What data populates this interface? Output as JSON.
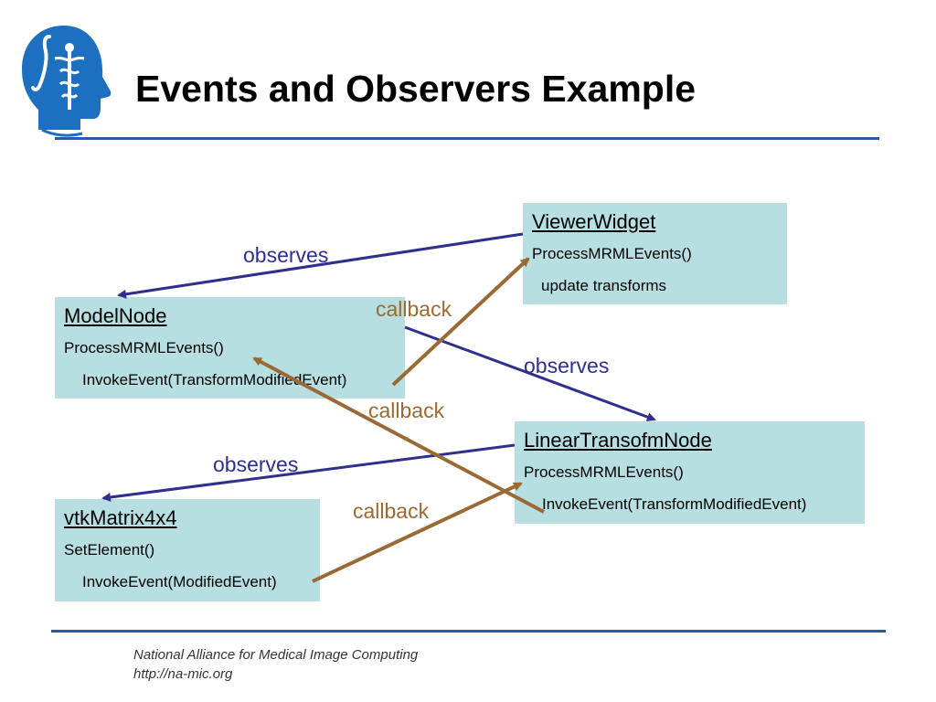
{
  "slide": {
    "title": "Events and Observers Example",
    "footer": {
      "org": "National Alliance for Medical Image Computing",
      "url": "http://na-mic.org"
    }
  },
  "colors": {
    "box_fill": "#b7dfe1",
    "observes_arrow": "#2e2f8e",
    "callback_arrow": "#9a6a35",
    "rule": "#2b5aa3",
    "logo": "#1d6fbf"
  },
  "logo": {
    "icon": "head-profile-caduceus-logo"
  },
  "boxes": {
    "viewer_widget": {
      "name": "ViewerWidget",
      "method": "ProcessMRMLEvents()",
      "action": "update transforms"
    },
    "model_node": {
      "name": "ModelNode",
      "method": "ProcessMRMLEvents()",
      "action": "InvokeEvent(TransformModifiedEvent)"
    },
    "linear_transform_node": {
      "name": "LinearTransofmNode",
      "method": "ProcessMRMLEvents()",
      "action": "InvokeEvent(TransformModifiedEvent)"
    },
    "vtk_matrix": {
      "name": "vtkMatrix4x4",
      "method": "SetElement()",
      "action": "InvokeEvent(ModifiedEvent)"
    }
  },
  "labels": {
    "observes_1": "observes",
    "observes_2": "observes",
    "observes_3": "observes",
    "callback_1": "callback",
    "callback_2": "callback",
    "callback_3": "callback"
  }
}
